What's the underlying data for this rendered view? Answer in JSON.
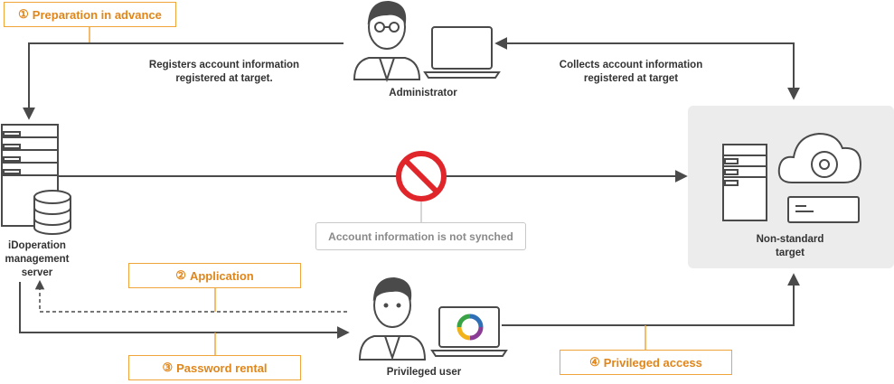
{
  "steps": {
    "preparation": {
      "num": "①",
      "label": "Preparation in advance"
    },
    "application": {
      "num": "②",
      "label": "Application"
    },
    "password_rental": {
      "num": "③",
      "label": "Password rental"
    },
    "privileged_access": {
      "num": "④",
      "label": "Privileged access"
    }
  },
  "labels": {
    "registers": "Registers account information registered at target.",
    "collects": "Collects account information registered at target",
    "administrator": "Administrator",
    "server": "iDoperation management server",
    "target": "Non-standard target",
    "privileged_user": "Privileged user",
    "not_synched": "Account information is not synched"
  },
  "colors": {
    "accent": "#f0a53a",
    "line": "#4a4a4a",
    "prohibit": "#e0262b"
  }
}
